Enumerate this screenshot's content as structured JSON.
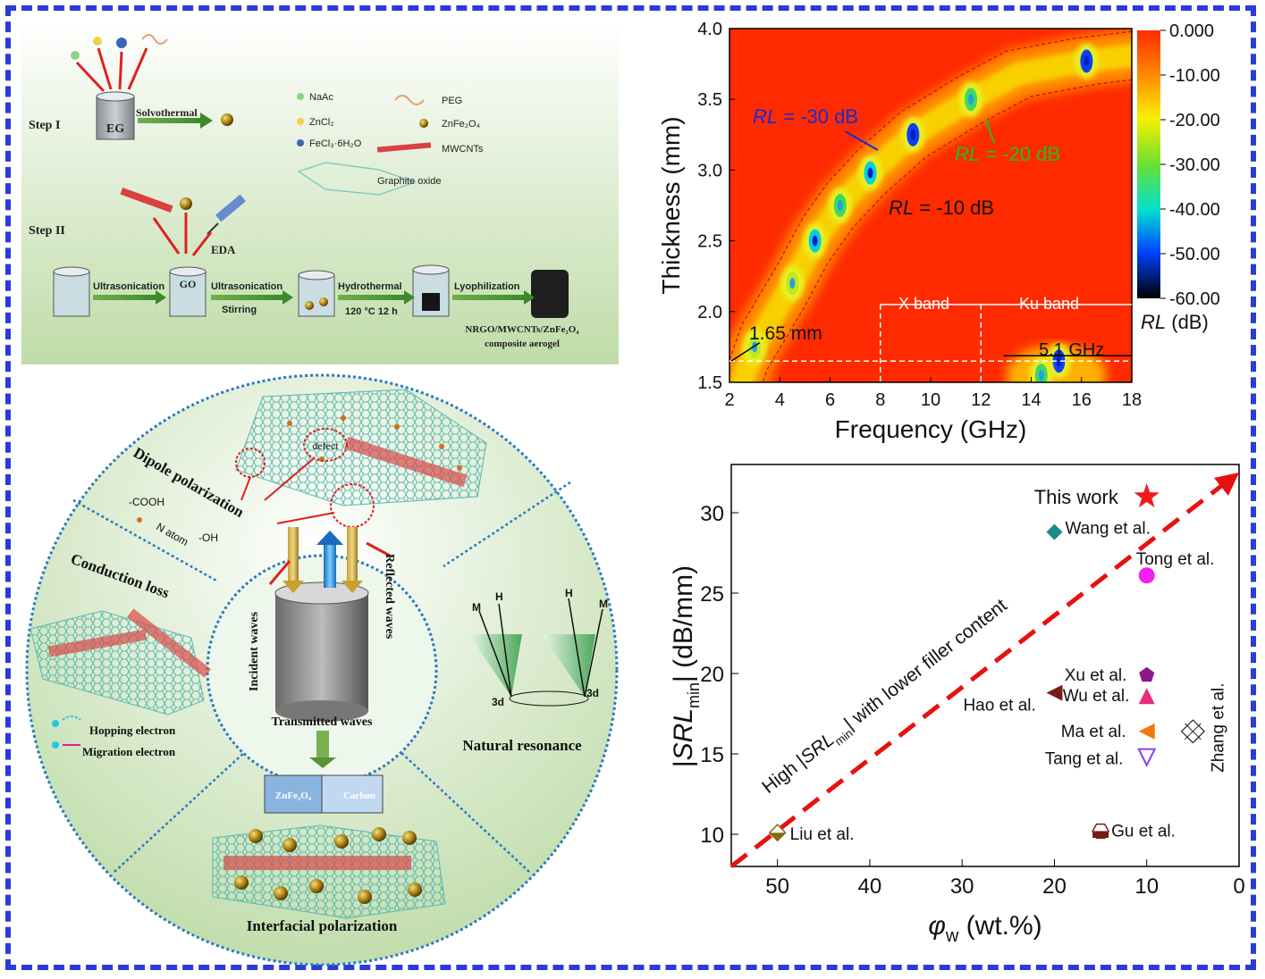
{
  "scheme": {
    "step1": "Step I",
    "step2": "Step II",
    "eg": "EG",
    "solvothermal": "Solvothermal",
    "go": "GO",
    "eda": "EDA",
    "ultrasonication": "Ultrasonication",
    "ultrasonication_stirring": [
      "Ultrasonication",
      "Stirring"
    ],
    "hydrothermal": [
      "Hydrothermal",
      "120 °C 12 h"
    ],
    "lyophilization": "Lyophilization",
    "product": [
      "NRGO/MWCNTs/ZnFe₂O₄",
      "composite aerogel"
    ],
    "legend": [
      "NaAc",
      "ZnCl₂",
      "FeCl₃·6H₂O",
      "PEG",
      "ZnFe₂O₄",
      "MWCNTs",
      "Graphite oxide"
    ]
  },
  "mechanism": {
    "dipole": "Dipole polarization",
    "defect": "defect",
    "cooh": "-COOH",
    "oh": "-OH",
    "n_atom": "N atom",
    "conduction": "Conduction loss",
    "hopping": "Hopping electron",
    "migration": "Migration electron",
    "incident": "Incident waves",
    "reflected": "Reflected waves",
    "transmitted": "Transmitted waves",
    "resonance": "Natural resonance",
    "m": "M",
    "h": "H",
    "three_d": "3d",
    "interfacial": "Interfacial polarization",
    "znfe": "ZnFe₂O₄",
    "carbon": "Carbon"
  },
  "chart_data": [
    {
      "type": "heatmap",
      "xlabel": "Frequency (GHz)",
      "ylabel": "Thickness (mm)",
      "xlim": [
        2,
        18
      ],
      "ylim": [
        1.5,
        4.0
      ],
      "xticks": [
        "2",
        "4",
        "6",
        "8",
        "10",
        "12",
        "14",
        "16",
        "18"
      ],
      "yticks": [
        "1.5",
        "2.0",
        "2.5",
        "3.0",
        "3.5",
        "4.0"
      ],
      "colorbar": {
        "label_italic": "RL",
        "label_rest": " (dB)",
        "ticks": [
          "0.000",
          "-10.00",
          "-20.00",
          "-30.00",
          "-40.00",
          "-50.00",
          "-60.00"
        ],
        "range": [
          -60,
          0
        ]
      },
      "minima": [
        {
          "f": 3.0,
          "d": 1.75,
          "rl": -20
        },
        {
          "f": 4.5,
          "d": 2.2,
          "rl": -25
        },
        {
          "f": 5.4,
          "d": 2.5,
          "rl": -45
        },
        {
          "f": 6.4,
          "d": 2.75,
          "rl": -30
        },
        {
          "f": 7.6,
          "d": 2.98,
          "rl": -40
        },
        {
          "f": 9.3,
          "d": 3.25,
          "rl": -55
        },
        {
          "f": 11.6,
          "d": 3.5,
          "rl": -35
        },
        {
          "f": 16.2,
          "d": 3.77,
          "rl": -55
        },
        {
          "f": 15.1,
          "d": 1.65,
          "rl": -50
        },
        {
          "f": 14.4,
          "d": 1.55,
          "rl": -35
        }
      ],
      "annotations": {
        "rl30_italic": "RL",
        "rl30_rest": " = -30 dB",
        "rl20_italic": "RL",
        "rl20_rest": " = -20 dB",
        "rl10_italic": "RL",
        "rl10_rest": " = -10 dB",
        "thickness": "1.65 mm",
        "x_band": "X band",
        "ku_band": "Ku band",
        "bandwidth": "5.1 GHz"
      },
      "marked_thickness": 1.65,
      "band_edges": [
        8,
        12,
        18
      ],
      "bandwidth_range": [
        12.9,
        18
      ]
    },
    {
      "type": "scatter",
      "xlabel_italic": "φ",
      "xlabel_sub": "w",
      "xlabel_rest": " (wt.%)",
      "ylabel": "|SRLmin| (dB/mm)",
      "xlim": [
        55,
        0
      ],
      "ylim": [
        8,
        33
      ],
      "xticks": [
        "50",
        "40",
        "30",
        "20",
        "10",
        "0"
      ],
      "yticks": [
        "10",
        "15",
        "20",
        "25",
        "30"
      ],
      "trend_label": "High |SRLmin| with lower filler content",
      "trend_line": {
        "x": [
          55,
          0
        ],
        "y": [
          8,
          32.5
        ]
      },
      "points": [
        {
          "label": "This work",
          "x": 10,
          "y": 31,
          "marker": "star",
          "color": "#ee1c1c"
        },
        {
          "label": "Wang et al.",
          "x": 20,
          "y": 28.8,
          "marker": "diamond",
          "color": "#1b8a8a"
        },
        {
          "label": "Tong et al.",
          "x": 10,
          "y": 26.1,
          "marker": "circle",
          "color": "#f020f0"
        },
        {
          "label": "Xu et al.",
          "x": 10,
          "y": 19.9,
          "marker": "pentagon",
          "color": "#8a1a8a"
        },
        {
          "label": "Hao et al.",
          "x": 20,
          "y": 18.8,
          "marker": "tri-left",
          "color": "#7a1a1a"
        },
        {
          "label": "Wu et al.",
          "x": 10,
          "y": 18.6,
          "marker": "tri-up",
          "color": "#ee2a7a"
        },
        {
          "label": "Ma et al.",
          "x": 10,
          "y": 16.4,
          "marker": "tri-left",
          "color": "#f07a10"
        },
        {
          "label": "Zhang et al.",
          "x": 5,
          "y": 16.4,
          "marker": "cross-box",
          "color": "#222222"
        },
        {
          "label": "Tang et al.",
          "x": 10,
          "y": 14.8,
          "marker": "tri-down",
          "color": "#8a40f0"
        },
        {
          "label": "Gu et al.",
          "x": 15,
          "y": 10.2,
          "marker": "hexagon",
          "color": "#7a1a1a"
        },
        {
          "label": "Liu et al.",
          "x": 50,
          "y": 10.1,
          "marker": "diamond-half",
          "color": "#8a6a10"
        }
      ]
    }
  ]
}
